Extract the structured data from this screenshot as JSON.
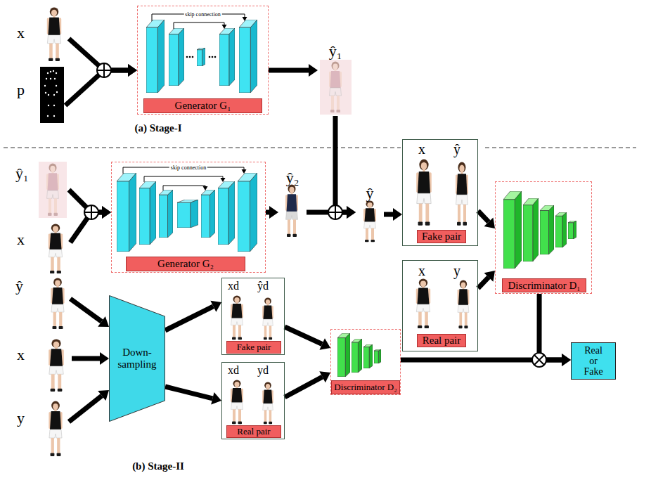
{
  "diagram": {
    "nodes": [
      {
        "text": [
          "x"
        ]
      },
      {
        "text": [
          "p"
        ]
      },
      {
        "text": [
          "skip connection",
          "Generator G₁"
        ]
      },
      {
        "text": [
          "ŷ₁"
        ]
      },
      {
        "text": [
          "ŷ₁"
        ]
      },
      {
        "text": [
          "x"
        ]
      },
      {
        "text": [
          "skip connection",
          "Generator G₂"
        ]
      },
      {
        "text": [
          "ŷ₂"
        ]
      },
      {
        "text": [
          "ŷ"
        ]
      },
      {
        "text": [
          "x",
          "ŷ",
          "Fake pair"
        ]
      },
      {
        "text": [
          "x",
          "y",
          "Real pair"
        ]
      },
      {
        "text": [
          "Discriminator D₁"
        ]
      },
      {
        "text": [
          "ŷ"
        ]
      },
      {
        "text": [
          "x"
        ]
      },
      {
        "text": [
          "y"
        ]
      },
      {
        "text": [
          "Down-sampling"
        ]
      },
      {
        "text": [
          "xd",
          "ŷd",
          "Fake pair"
        ]
      },
      {
        "text": [
          "xd",
          "yd",
          "Real pair"
        ]
      },
      {
        "text": [
          "Discriminator D₂"
        ]
      },
      {
        "text": [
          "Real or Fake"
        ]
      }
    ],
    "edges": [
      {
        "from": 0,
        "to": 2,
        "arrow": "to"
      },
      {
        "from": 1,
        "to": 2,
        "arrow": "to"
      },
      {
        "from": 2,
        "to": 3,
        "arrow": "to"
      },
      {
        "from": 3,
        "to": 8,
        "arrow": "to"
      },
      {
        "from": 4,
        "to": 6,
        "arrow": "to"
      },
      {
        "from": 5,
        "to": 6,
        "arrow": "to"
      },
      {
        "from": 6,
        "to": 7,
        "arrow": "to"
      },
      {
        "from": 7,
        "to": 8,
        "arrow": "to"
      },
      {
        "from": 8,
        "to": 9,
        "arrow": "to"
      },
      {
        "from": 9,
        "to": 11,
        "arrow": "to"
      },
      {
        "from": 10,
        "to": 11,
        "arrow": "to"
      },
      {
        "from": 12,
        "to": 15,
        "arrow": "to"
      },
      {
        "from": 13,
        "to": 15,
        "arrow": "to"
      },
      {
        "from": 14,
        "to": 15,
        "arrow": "to"
      },
      {
        "from": 15,
        "to": 16,
        "arrow": "to"
      },
      {
        "from": 15,
        "to": 17,
        "arrow": "to"
      },
      {
        "from": 16,
        "to": 18,
        "arrow": "to"
      },
      {
        "from": 17,
        "to": 18,
        "arrow": "to"
      },
      {
        "from": 11,
        "to": 19,
        "arrow": "to"
      },
      {
        "from": 18,
        "to": 19,
        "arrow": "to"
      }
    ],
    "labels": [
      "(a) Stage-I",
      "(b) Stage-II"
    ]
  }
}
